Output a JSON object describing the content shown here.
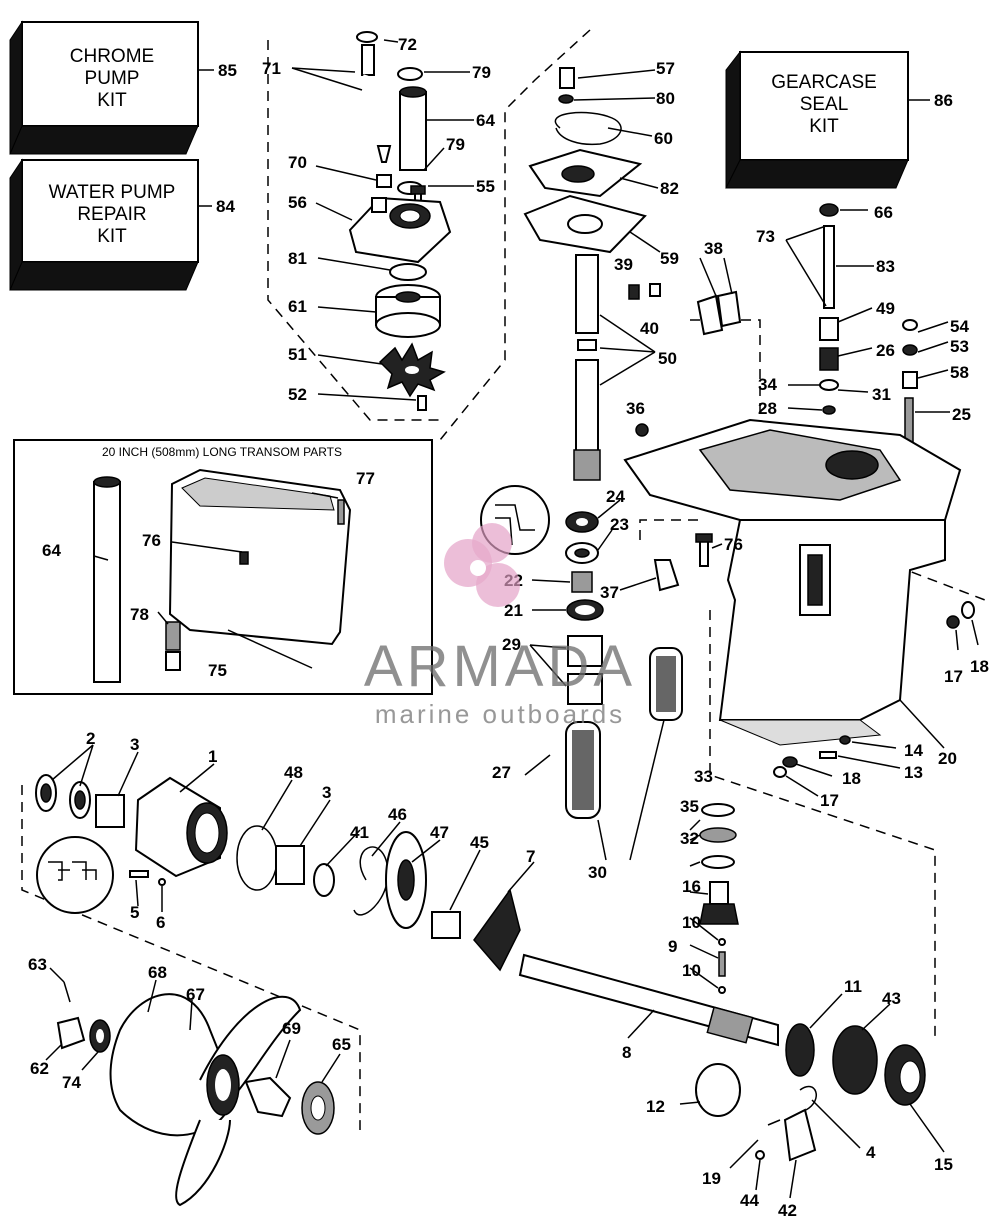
{
  "kits": {
    "chrome_pump": {
      "line1": "CHROME",
      "line2": "PUMP",
      "line3": "KIT",
      "ref": "85"
    },
    "water_pump": {
      "line1": "WATER PUMP",
      "line2": "REPAIR",
      "line3": "KIT",
      "ref": "84"
    },
    "gearcase_seal": {
      "line1": "GEARCASE",
      "line2": "SEAL",
      "line3": "KIT",
      "ref": "86"
    }
  },
  "inset": {
    "title": "20 INCH (508mm) LONG TRANSOM PARTS"
  },
  "watermark": {
    "brand": "ARMADA",
    "tagline": "marine outboards",
    "color": "#e3a0c6"
  },
  "callouts": [
    {
      "id": "72",
      "text": "72"
    },
    {
      "id": "71",
      "text": "71"
    },
    {
      "id": "79a",
      "text": "79"
    },
    {
      "id": "64a",
      "text": "64"
    },
    {
      "id": "79b",
      "text": "79"
    },
    {
      "id": "70",
      "text": "70"
    },
    {
      "id": "55",
      "text": "55"
    },
    {
      "id": "56",
      "text": "56"
    },
    {
      "id": "81",
      "text": "81"
    },
    {
      "id": "61",
      "text": "61"
    },
    {
      "id": "51",
      "text": "51"
    },
    {
      "id": "52",
      "text": "52"
    },
    {
      "id": "57",
      "text": "57"
    },
    {
      "id": "80",
      "text": "80"
    },
    {
      "id": "60",
      "text": "60"
    },
    {
      "id": "82",
      "text": "82"
    },
    {
      "id": "59",
      "text": "59"
    },
    {
      "id": "39",
      "text": "39"
    },
    {
      "id": "40",
      "text": "40"
    },
    {
      "id": "38",
      "text": "38"
    },
    {
      "id": "50",
      "text": "50"
    },
    {
      "id": "36",
      "text": "36"
    },
    {
      "id": "66",
      "text": "66"
    },
    {
      "id": "73",
      "text": "73"
    },
    {
      "id": "83",
      "text": "83"
    },
    {
      "id": "49",
      "text": "49"
    },
    {
      "id": "54",
      "text": "54"
    },
    {
      "id": "53",
      "text": "53"
    },
    {
      "id": "26",
      "text": "26"
    },
    {
      "id": "58",
      "text": "58"
    },
    {
      "id": "34",
      "text": "34"
    },
    {
      "id": "31",
      "text": "31"
    },
    {
      "id": "28",
      "text": "28"
    },
    {
      "id": "25",
      "text": "25"
    },
    {
      "id": "24",
      "text": "24"
    },
    {
      "id": "23",
      "text": "23"
    },
    {
      "id": "22",
      "text": "22"
    },
    {
      "id": "37",
      "text": "37"
    },
    {
      "id": "21",
      "text": "21"
    },
    {
      "id": "76b",
      "text": "76"
    },
    {
      "id": "29",
      "text": "29"
    },
    {
      "id": "17a",
      "text": "17"
    },
    {
      "id": "18a",
      "text": "18"
    },
    {
      "id": "20",
      "text": "20"
    },
    {
      "id": "14",
      "text": "14"
    },
    {
      "id": "13",
      "text": "13"
    },
    {
      "id": "18b",
      "text": "18"
    },
    {
      "id": "17b",
      "text": "17"
    },
    {
      "id": "27",
      "text": "27"
    },
    {
      "id": "33",
      "text": "33"
    },
    {
      "id": "35",
      "text": "35"
    },
    {
      "id": "32",
      "text": "32"
    },
    {
      "id": "30",
      "text": "30"
    },
    {
      "id": "16",
      "text": "16"
    },
    {
      "id": "10a",
      "text": "10"
    },
    {
      "id": "9",
      "text": "9"
    },
    {
      "id": "10b",
      "text": "10"
    },
    {
      "id": "77",
      "text": "77"
    },
    {
      "id": "76a",
      "text": "76"
    },
    {
      "id": "64b",
      "text": "64"
    },
    {
      "id": "78",
      "text": "78"
    },
    {
      "id": "75",
      "text": "75"
    },
    {
      "id": "2",
      "text": "2"
    },
    {
      "id": "3a",
      "text": "3"
    },
    {
      "id": "1",
      "text": "1"
    },
    {
      "id": "48",
      "text": "48"
    },
    {
      "id": "3b",
      "text": "3"
    },
    {
      "id": "41",
      "text": "41"
    },
    {
      "id": "46",
      "text": "46"
    },
    {
      "id": "47",
      "text": "47"
    },
    {
      "id": "45",
      "text": "45"
    },
    {
      "id": "7",
      "text": "7"
    },
    {
      "id": "5",
      "text": "5"
    },
    {
      "id": "6",
      "text": "6"
    },
    {
      "id": "63",
      "text": "63"
    },
    {
      "id": "68",
      "text": "68"
    },
    {
      "id": "67",
      "text": "67"
    },
    {
      "id": "62",
      "text": "62"
    },
    {
      "id": "74",
      "text": "74"
    },
    {
      "id": "69",
      "text": "69"
    },
    {
      "id": "65",
      "text": "65"
    },
    {
      "id": "8",
      "text": "8"
    },
    {
      "id": "11",
      "text": "11"
    },
    {
      "id": "43",
      "text": "43"
    },
    {
      "id": "12",
      "text": "12"
    },
    {
      "id": "4",
      "text": "4"
    },
    {
      "id": "15",
      "text": "15"
    },
    {
      "id": "19",
      "text": "19"
    },
    {
      "id": "44",
      "text": "44"
    },
    {
      "id": "42",
      "text": "42"
    }
  ]
}
